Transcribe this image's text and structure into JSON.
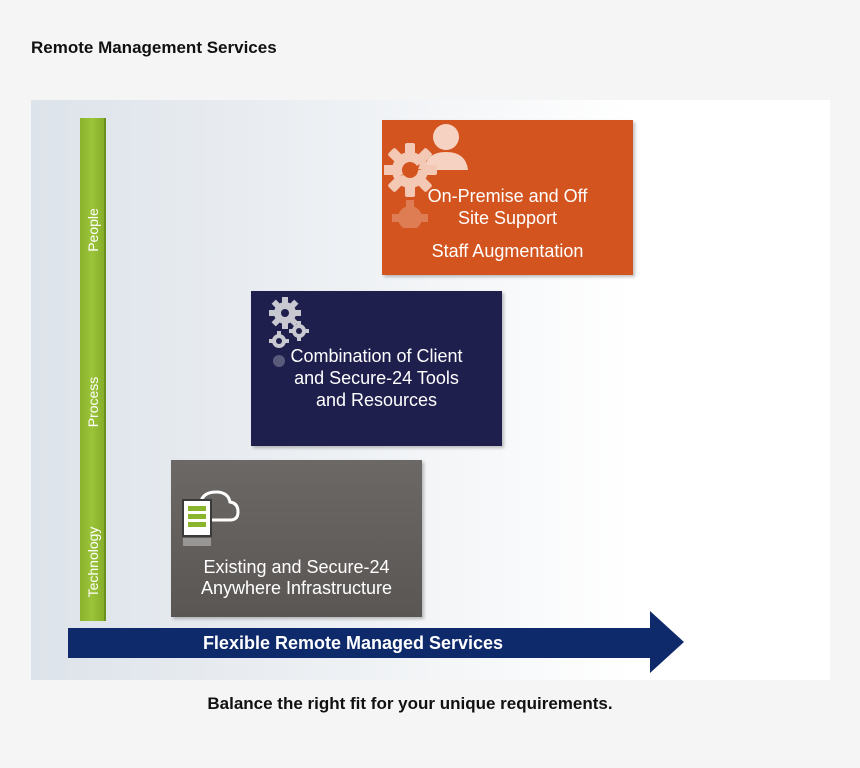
{
  "title": "Remote Management Services",
  "axis": {
    "labels": [
      "People",
      "Process",
      "Technology"
    ]
  },
  "boxes": {
    "people": {
      "line1": "On-Premise and Off",
      "line2": "Site Support",
      "line3": "Staff Augmentation",
      "icon": "gear-person-icon",
      "color": "#d4541f"
    },
    "process": {
      "line1": "Combination of Client",
      "line2": "and Secure-24 Tools",
      "line3": "and Resources",
      "icon": "gears-icon",
      "color": "#1f1f4e"
    },
    "technology": {
      "line1": "Existing and Secure-24",
      "line2": "Anywhere Infrastructure",
      "icon": "server-cloud-icon",
      "color": "#5f5b59"
    }
  },
  "arrow": {
    "label": "Flexible Remote Managed Services",
    "color": "#0f2a6b"
  },
  "tagline": "Balance the right fit for your unique requirements."
}
